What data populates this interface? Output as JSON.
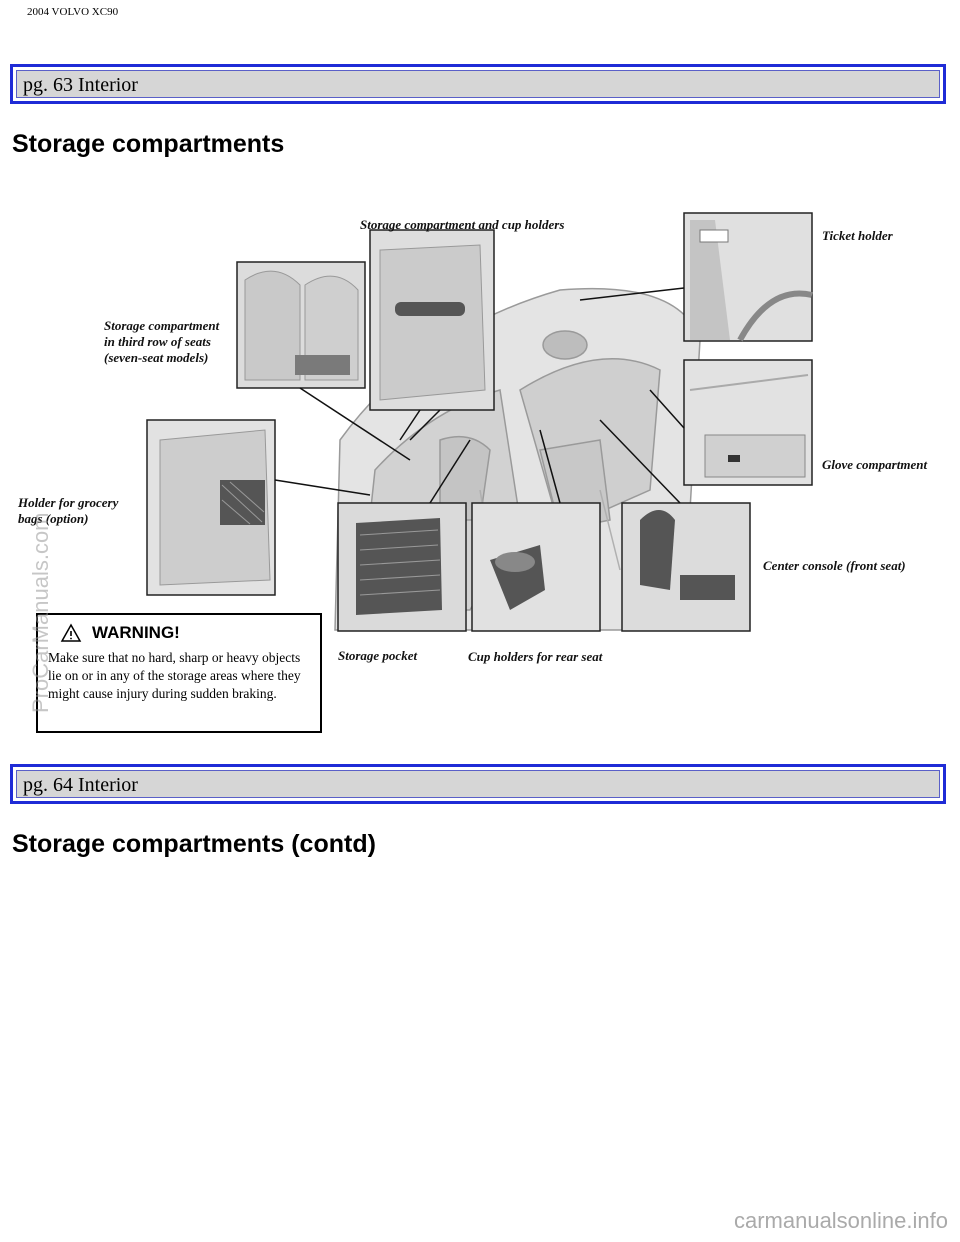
{
  "header": {
    "doc_title": "2004 VOLVO XC90"
  },
  "pages": [
    {
      "bar_label": "pg. 63 Interior",
      "section_title": "Storage compartments"
    },
    {
      "bar_label": "pg. 64 Interior",
      "section_title": "Storage compartments (contd)"
    }
  ],
  "figure": {
    "labels": {
      "storage_cup": "Storage compartment and cup holders",
      "ticket": "Ticket holder",
      "third_row": "Storage compartment\nin third row of seats\n(seven-seat models)",
      "glove": "Glove compartment",
      "grocery": "Holder for grocery\nbags (option)",
      "center_console": "Center console (front seat)",
      "storage_pocket": "Storage pocket",
      "cup_rear": "Cup holders for rear seat"
    }
  },
  "warning": {
    "icon": "warning-triangle-icon",
    "title": "WARNING!",
    "text": "Make sure that no hard, sharp or heavy objects lie on or in any of the storage areas where they might cause injury during sudden braking."
  },
  "watermarks": {
    "side": "ProCarManuals.com",
    "bottom": "carmanualsonline.info"
  }
}
